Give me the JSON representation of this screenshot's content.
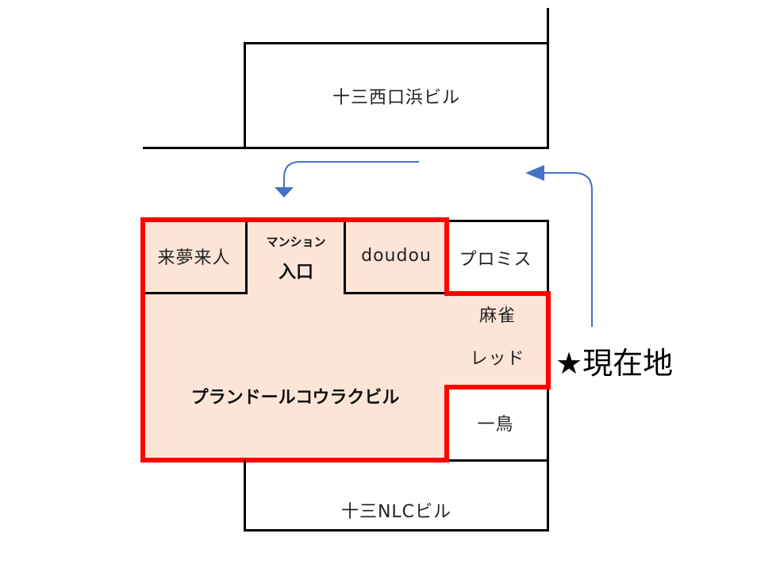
{
  "map": {
    "buildings": {
      "north": {
        "label": "十三西口浜ビル"
      },
      "south": {
        "label": "十三NLCビル"
      },
      "main": {
        "label": "プランドールコウラクビル"
      }
    },
    "shops": {
      "raimu": {
        "label": "来夢来人"
      },
      "entrance": {
        "line1": "マンション",
        "line2": "入口"
      },
      "doudou": {
        "label": "doudou"
      },
      "promise": {
        "label": "プロミス"
      },
      "mahjong": {
        "line1": "麻雀",
        "line2": "レッド"
      },
      "ittori": {
        "label": "一鳥"
      }
    },
    "current_location": {
      "label": "★現在地"
    },
    "colors": {
      "highlight_border": "#ff0000",
      "highlight_fill": "#fce4d6",
      "arrow": "#4472c4",
      "lines": "#000000"
    }
  }
}
